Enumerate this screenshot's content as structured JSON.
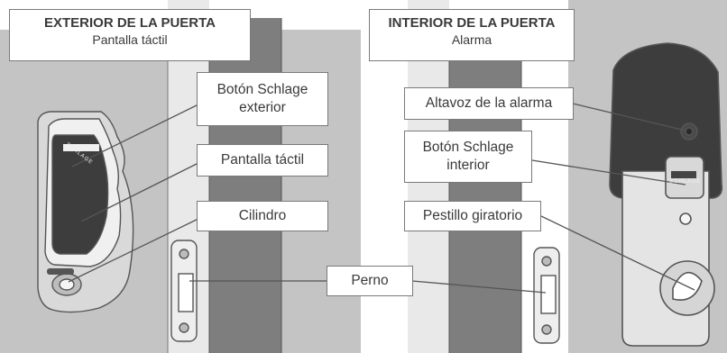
{
  "exterior": {
    "title": "EXTERIOR DE LA PUERTA",
    "subtitle": "Pantalla táctil",
    "labels": {
      "schlage_button": "Botón Schlage exterior",
      "touchscreen": "Pantalla táctil",
      "cylinder": "Cilindro"
    }
  },
  "interior": {
    "title": "INTERIOR DE LA PUERTA",
    "subtitle": "Alarma",
    "labels": {
      "alarm_speaker": "Altavoz de la alarma",
      "schlage_button": "Botón Schlage interior",
      "thumbturn": "Pestillo giratorio"
    }
  },
  "shared": {
    "bolt": "Perno"
  },
  "brand_marking": "SCHLAGE",
  "colors": {
    "wall": "#c4c4c4",
    "door_edge": "#7e7e7e",
    "door_frame": "#e9e9e9",
    "lock_keypad": "#3d3d3d",
    "label_border": "#7a7a7a",
    "text": "#3a3a3a"
  }
}
